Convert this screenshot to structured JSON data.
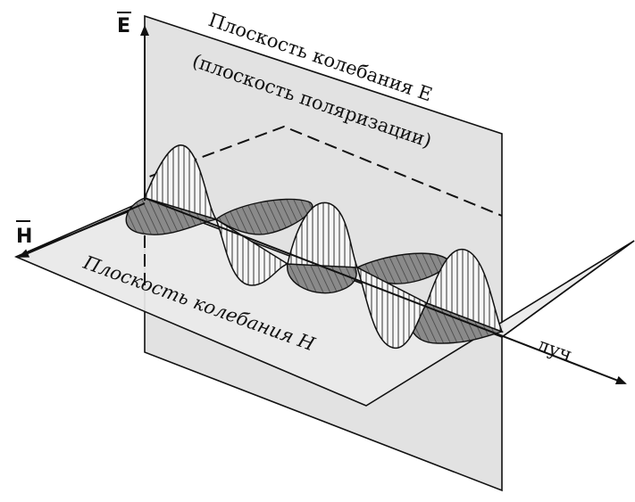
{
  "diagram": {
    "labels": {
      "e_axis": "E",
      "h_axis": "H",
      "ray": "луч",
      "e_plane_line1": "Плоскость колебания E",
      "e_plane_line2": "(плоскость поляризации)",
      "h_plane": "Плоскость колебания H"
    },
    "colors": {
      "plane_fill": "#e6e6e6",
      "wave_fill": "#f6f6f6",
      "wave_dark_fill": "#8a8a8a",
      "stroke": "#111111"
    }
  }
}
